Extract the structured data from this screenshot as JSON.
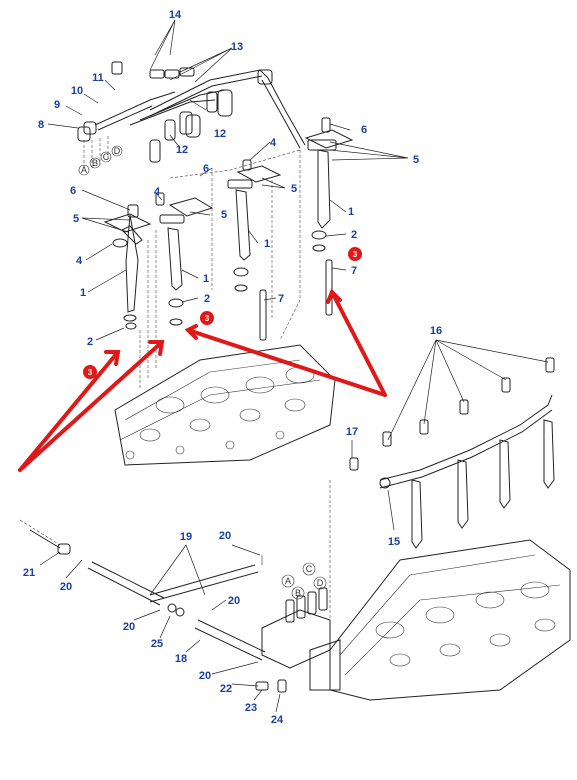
{
  "labels": {
    "l1": "14",
    "l2": "13",
    "l3": "11",
    "l4": "10",
    "l5": "9",
    "l6": "8",
    "l7": "12",
    "l8": "12",
    "l9": "6",
    "l10": "5",
    "l11": "4",
    "l12": "6",
    "l13": "5",
    "l14": "4",
    "l15": "5",
    "l16": "6",
    "l17": "5",
    "l18": "4",
    "l19": "1",
    "l20": "1",
    "l21": "1",
    "l22": "1",
    "l23": "2",
    "l24": "2",
    "l25": "2",
    "l26": "7",
    "l27": "7",
    "l28": "16",
    "l29": "17",
    "l30": "15",
    "l31": "19",
    "l32": "20",
    "l33": "21",
    "l34": "20",
    "l35": "20",
    "l36": "20",
    "l37": "25",
    "l38": "18",
    "l39": "20",
    "l40": "22",
    "l41": "23",
    "l42": "24"
  },
  "callouts": {
    "c1": "3",
    "c2": "3",
    "c3": "3"
  },
  "circled_letters": {
    "top": [
      "A",
      "B",
      "C",
      "D"
    ],
    "bottom": [
      "A",
      "B",
      "C",
      "D"
    ]
  },
  "colors": {
    "label": "#1a3fa0",
    "arrow": "#e01818",
    "callout": "#e01818",
    "line": "#222222"
  }
}
